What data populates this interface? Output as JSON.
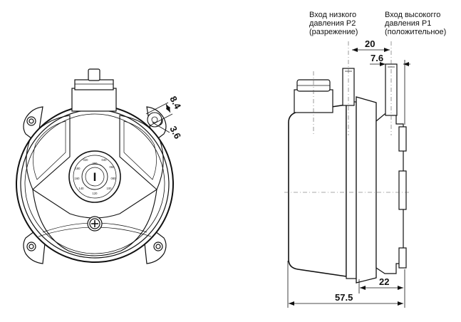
{
  "labels": {
    "low_pressure_inlet": [
      "Вход низкого",
      "давления P2",
      "(разрежение)"
    ],
    "high_pressure_inlet": [
      "Вход высокогго",
      "давления P1",
      "(положительное)"
    ]
  },
  "dimensions": {
    "hole_spacing": "8.4",
    "hole_diameter": "3.6",
    "port_spacing": "20",
    "port_offset": "7.6",
    "body_depth": "22",
    "overall_depth": "57.5"
  },
  "dial": {
    "pointer_symbol": "I",
    "scale_ticks": [
      "020",
      "040",
      "060",
      "080",
      "100",
      "120",
      "140",
      "160",
      "180",
      "200"
    ]
  }
}
